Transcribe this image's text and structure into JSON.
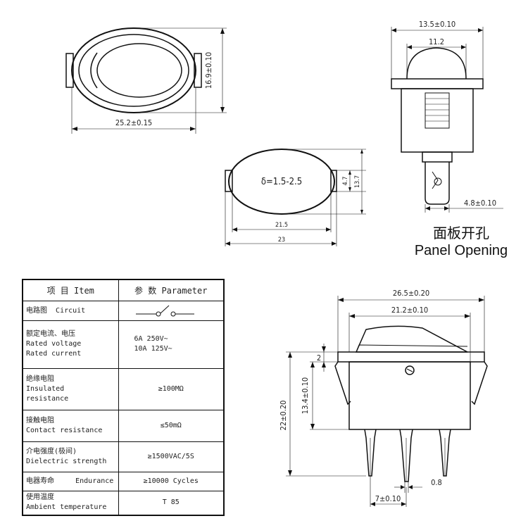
{
  "top_left_view": {
    "height_dim": "16.9±0.10",
    "width_dim": "25.2±0.15"
  },
  "panel_cutout": {
    "thickness_label": "δ=1.5-2.5",
    "side_dim_small": "4.7",
    "side_dim_large": "13.7",
    "inner_width": "21.5",
    "outer_width": "23"
  },
  "side_view_top_right": {
    "outer_width": "13.5±0.10",
    "cap_width": "11.2",
    "terminal_width": "4.8±0.10"
  },
  "panel_opening": {
    "label_cn": "面板开孔",
    "label_en": "Panel Opening"
  },
  "spec_table": {
    "header_item": "项 目  Item",
    "header_param": "参 数  Parameter",
    "rows": [
      {
        "name_cn": "电路图",
        "name_en": "Circuit",
        "value": ""
      },
      {
        "name_cn": "额定电流、电压",
        "name_en": "Rated voltage",
        "name_en2": "Rated current",
        "value": "6A 250V~",
        "value2": "10A 125V~"
      },
      {
        "name_cn": "绝缘电阻",
        "name_en": "Insulated",
        "name_en2": "resistance",
        "value": "≥100MΩ"
      },
      {
        "name_cn": "接触电阻",
        "name_en": "Contact resistance",
        "value": "≤50mΩ"
      },
      {
        "name_cn": "介电强度(极间)",
        "name_en": "Dielectric strength",
        "value": "≥1500VAC/5S"
      },
      {
        "name_cn": "电器寿命",
        "name_en": "Endurance",
        "value": "≥10000 Cycles"
      },
      {
        "name_cn": "使用温度",
        "name_en": "Ambient temperature",
        "value": "T 85"
      }
    ]
  },
  "front_view_bottom_right": {
    "outer_width": "26.5±0.20",
    "inner_width": "21.2±0.10",
    "rocker_height": "2",
    "body_height": "13.4±0.10",
    "total_height": "22±0.20",
    "pin_width": "0.8",
    "pin_pitch": "7±0.10"
  }
}
